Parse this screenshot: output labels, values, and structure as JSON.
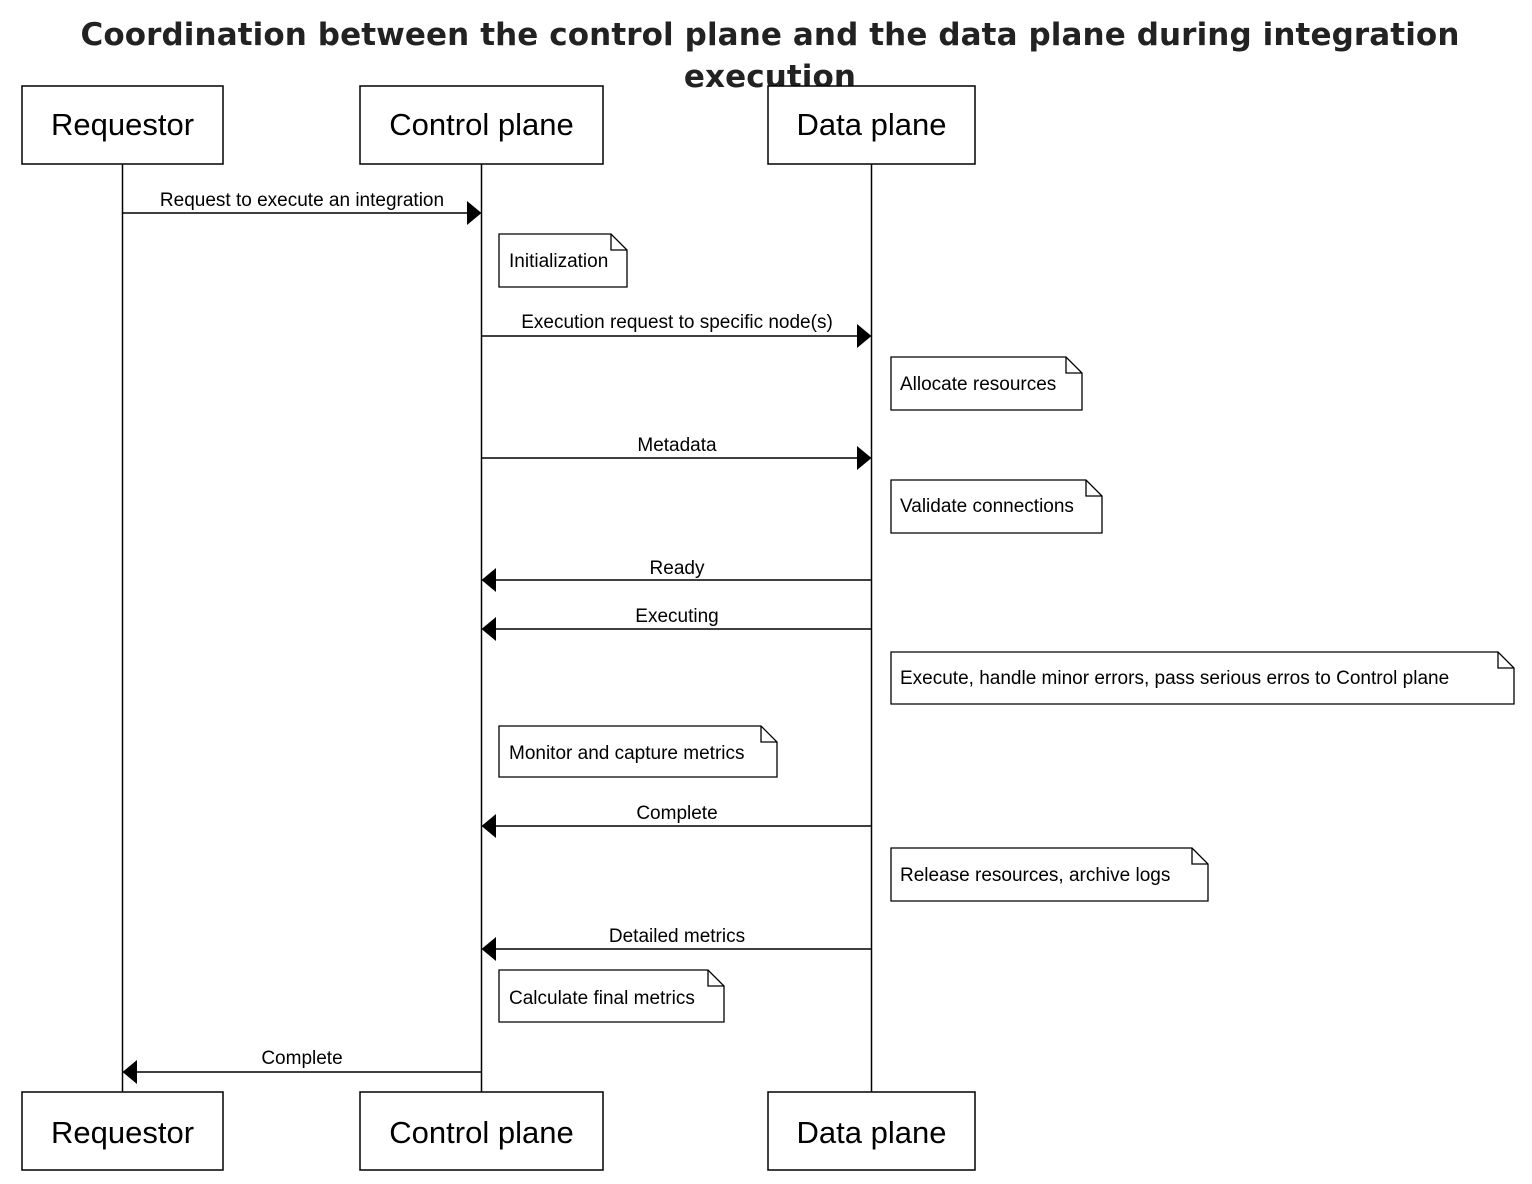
{
  "title": "Coordination between the control plane and the data plane during integration execution",
  "participants": {
    "requestor": "Requestor",
    "control": "Control plane",
    "data": "Data plane"
  },
  "messages": [
    {
      "from": "requestor",
      "to": "control",
      "label": "Request to execute an integration"
    },
    {
      "from": "control",
      "to": "data",
      "label": "Execution request to specific node(s)"
    },
    {
      "from": "control",
      "to": "data",
      "label": "Metadata"
    },
    {
      "from": "data",
      "to": "control",
      "label": "Ready"
    },
    {
      "from": "data",
      "to": "control",
      "label": "Executing"
    },
    {
      "from": "data",
      "to": "control",
      "label": "Complete"
    },
    {
      "from": "data",
      "to": "control",
      "label": "Detailed metrics"
    },
    {
      "from": "control",
      "to": "requestor",
      "label": "Complete"
    }
  ],
  "notes": [
    {
      "over": "control",
      "text": "Initialization"
    },
    {
      "over": "data",
      "text": "Allocate resources"
    },
    {
      "over": "data",
      "text": "Validate connections"
    },
    {
      "over": "data",
      "text": "Execute, handle minor errors, pass serious erros to Control plane"
    },
    {
      "over": "control",
      "text": "Monitor and capture metrics"
    },
    {
      "over": "data",
      "text": "Release resources, archive logs"
    },
    {
      "over": "control",
      "text": "Calculate final metrics"
    }
  ]
}
